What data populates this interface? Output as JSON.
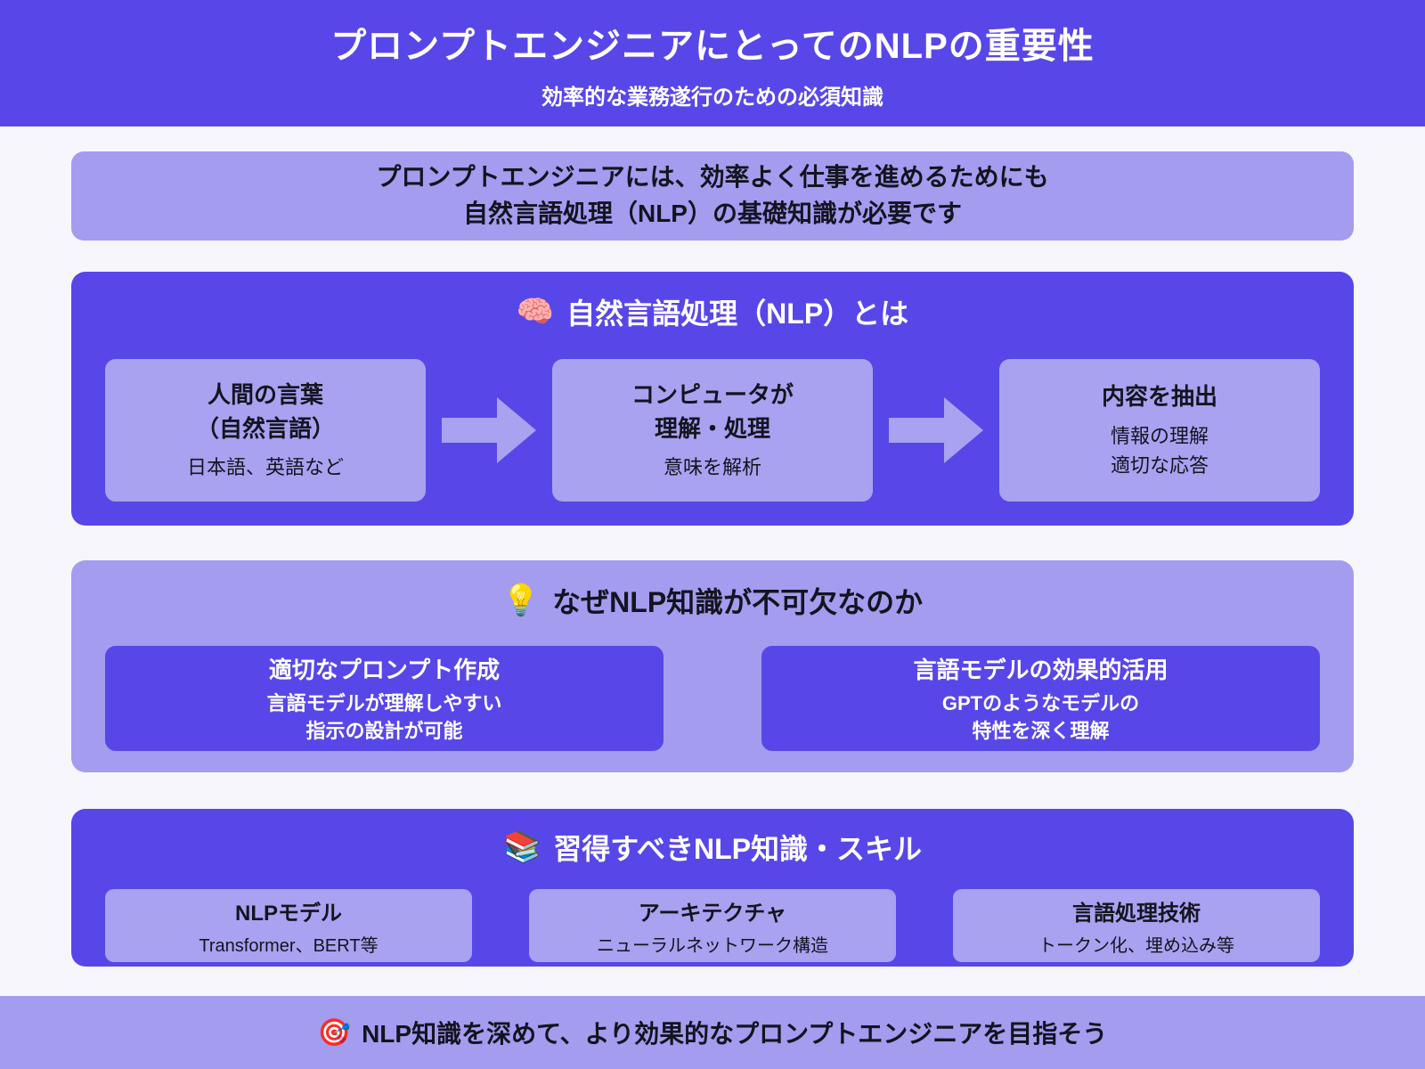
{
  "header": {
    "title": "プロンプトエンジニアにとってのNLPの重要性",
    "subtitle": "効率的な業務遂行のための必須知識"
  },
  "intro": {
    "line1": "プロンプトエンジニアには、効率よく仕事を進めるためにも",
    "line2": "自然言語処理（NLP）の基礎知識が必要です"
  },
  "section_nlp": {
    "icon": "🧠",
    "title": "自然言語処理（NLP）とは",
    "steps": [
      {
        "title_lines": [
          "人間の言葉",
          "（自然言語）"
        ],
        "desc_lines": [
          "日本語、英語など"
        ]
      },
      {
        "title_lines": [
          "コンピュータが",
          "理解・処理"
        ],
        "desc_lines": [
          "意味を解析"
        ]
      },
      {
        "title_lines": [
          "内容を抽出"
        ],
        "desc_lines": [
          "情報の理解",
          "適切な応答"
        ]
      }
    ]
  },
  "section_why": {
    "icon": "💡",
    "title": "なぜNLP知識が不可欠なのか",
    "cards": [
      {
        "title": "適切なプロンプト作成",
        "desc_lines": [
          "言語モデルが理解しやすい",
          "指示の設計が可能"
        ]
      },
      {
        "title": "言語モデルの効果的活用",
        "desc_lines": [
          "GPTのようなモデルの",
          "特性を深く理解"
        ]
      }
    ]
  },
  "section_skills": {
    "icon": "📚",
    "title": "習得すべきNLP知識・スキル",
    "cards": [
      {
        "title": "NLPモデル",
        "desc": "Transformer、BERT等"
      },
      {
        "title": "アーキテクチャ",
        "desc": "ニューラルネットワーク構造"
      },
      {
        "title": "言語処理技術",
        "desc": "トークン化、埋め込み等"
      }
    ]
  },
  "footer": {
    "icon": "🎯",
    "text": "NLP知識を深めて、より効果的なプロンプトエンジニアを目指そう"
  },
  "colors": {
    "primary": "#5847E8",
    "light_purple": "#A49CEF",
    "card_light": "#A9A2F0",
    "page_background": "#F7F6FC",
    "text_dark": "#141420",
    "text_light": "#FFFFFF"
  }
}
